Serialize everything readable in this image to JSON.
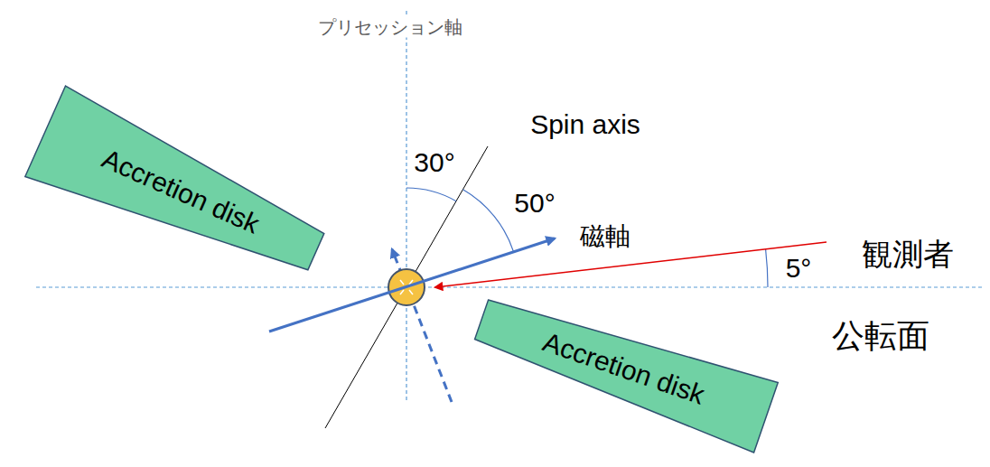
{
  "diagram": {
    "nodes": [
      {
        "text": [
          "Accretion disk"
        ]
      },
      {
        "text": [
          "Accretion disk"
        ]
      }
    ],
    "labels": [
      "プリセッション軸",
      "Spin axis",
      "30°",
      "50°",
      "磁軸",
      "観測者",
      "5°",
      "公転面"
    ]
  }
}
